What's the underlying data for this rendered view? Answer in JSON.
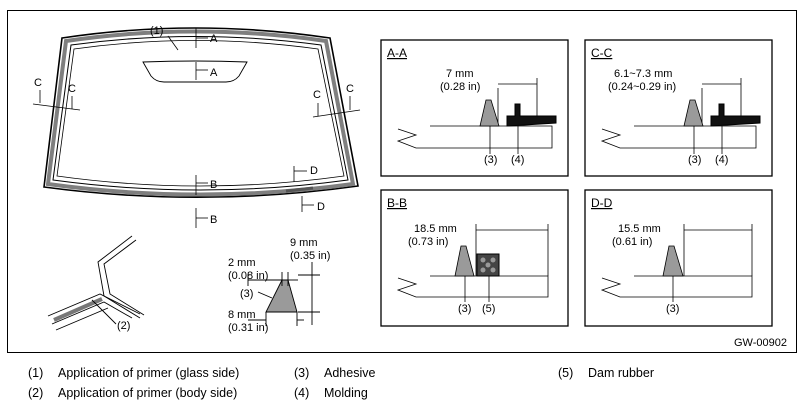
{
  "callouts": {
    "c1": "(1)",
    "c2": "(2)",
    "c3": "(3)",
    "c4": "(4)",
    "c5": "(5)"
  },
  "section_letters": {
    "a": "A",
    "b": "B",
    "c": "C",
    "d": "D"
  },
  "adhesive_profile": {
    "height": "9 mm",
    "height_in": "(0.35 in)",
    "top_width": "2 mm",
    "top_width_in": "(0.08 in)",
    "base_width": "8 mm",
    "base_width_in": "(0.31 in)"
  },
  "panels": {
    "aa": {
      "title": "A-A",
      "dim": "7 mm",
      "dim_in": "(0.28 in)"
    },
    "cc": {
      "title": "C-C",
      "dim": "6.1~7.3 mm",
      "dim_in": "(0.24~0.29 in)"
    },
    "bb": {
      "title": "B-B",
      "dim": "18.5 mm",
      "dim_in": "(0.73 in)"
    },
    "dd": {
      "title": "D-D",
      "dim": "15.5 mm",
      "dim_in": "(0.61 in)"
    }
  },
  "figure_id": "GW-00902",
  "legend": [
    {
      "num": "(1)",
      "text": "Application of primer (glass side)"
    },
    {
      "num": "(2)",
      "text": "Application of primer (body side)"
    },
    {
      "num": "(3)",
      "text": "Adhesive"
    },
    {
      "num": "(4)",
      "text": "Molding"
    },
    {
      "num": "(5)",
      "text": "Dam rubber"
    }
  ]
}
